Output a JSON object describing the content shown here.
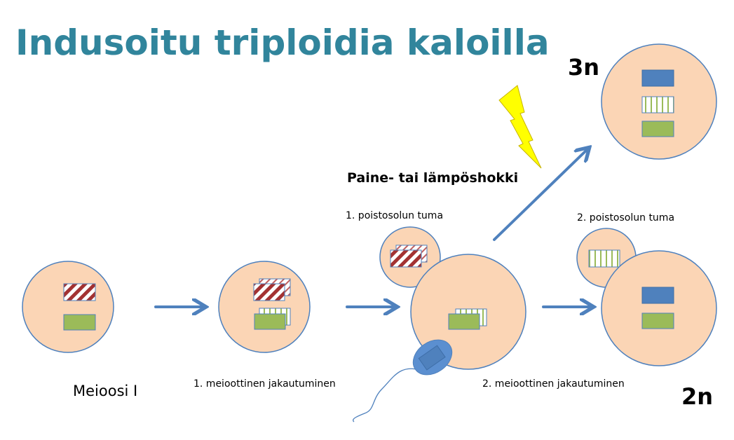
{
  "title": "Indusoitu triploidia kaloilla",
  "labels": {
    "meiosis1": "Meioosi I",
    "division1": "1. meioottinen jakautuminen",
    "division2": "2. meioottinen jakautuminen",
    "polar1": "1. poistosolun tuma",
    "polar2": "2. poistosolun tuma",
    "shock": "Paine- tai lämpöshokki",
    "triploid": "3n",
    "diploid": "2n"
  },
  "colors": {
    "title": "#31859c",
    "cell": "#fbd5b5",
    "outline": "#4f81bd",
    "arrow": "#4f81bd",
    "green": "#9bbb59",
    "red": "#a33232",
    "blue": "#4f81bd",
    "bolt": "#ffff00"
  }
}
